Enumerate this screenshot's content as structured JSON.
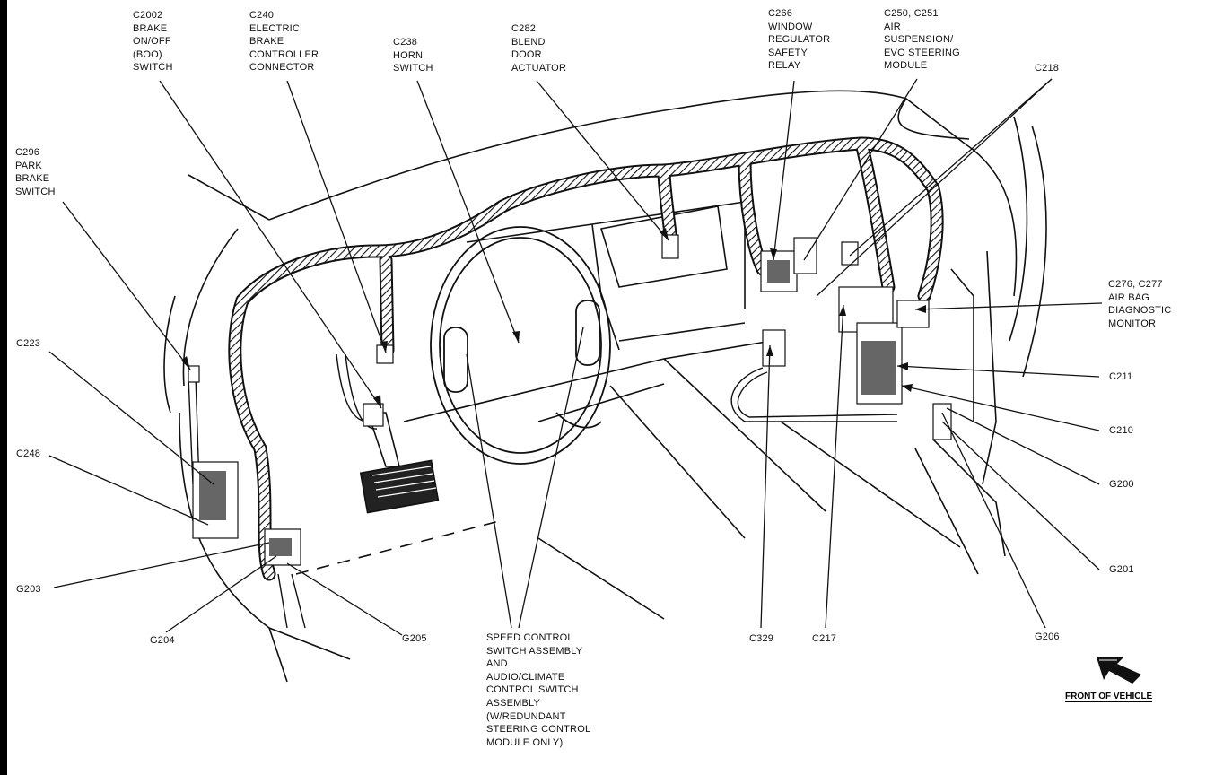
{
  "labels": {
    "c2002": "C2002\nBRAKE\nON/OFF\n(BOO)\nSWITCH",
    "c240": "C240\nELECTRIC\nBRAKE\nCONTROLLER\nCONNECTOR",
    "c238": "C238\nHORN\nSWITCH",
    "c282": "C282\nBLEND\nDOOR\nACTUATOR",
    "c266": "C266\nWINDOW\nREGULATOR\nSAFETY\nRELAY",
    "c250_c251": "C250, C251\nAIR\nSUSPENSION/\nEVO STEERING\nMODULE",
    "c218": "C218",
    "c296": "C296\nPARK\nBRAKE\nSWITCH",
    "c223": "C223",
    "c248": "C248",
    "g203": "G203",
    "g204": "G204",
    "g205": "G205",
    "speed_control": "SPEED CONTROL\nSWITCH ASSEMBLY\nAND\nAUDIO/CLIMATE\nCONTROL SWITCH\nASSEMBLY\n(W/REDUNDANT\nSTEERING CONTROL\nMODULE ONLY)",
    "c329": "C329",
    "c217": "C217",
    "g206": "G206",
    "c276_c277": "C276, C277\nAIR BAG\nDIAGNOSTIC\nMONITOR",
    "c211": "C211",
    "c210": "C210",
    "g200": "G200",
    "g201": "G201"
  },
  "front_of_vehicle": "FRONT OF VEHICLE",
  "colors": {
    "ink": "#111111",
    "paper": "#ffffff"
  }
}
